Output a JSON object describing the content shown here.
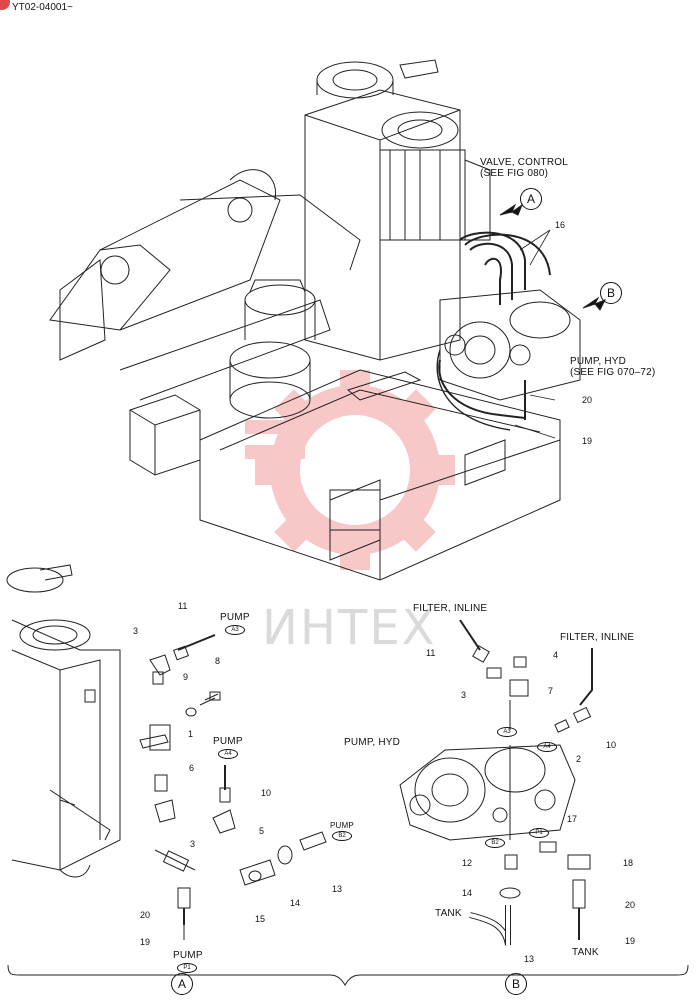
{
  "header": {
    "code": "YT02-04001~"
  },
  "watermark": {
    "text": "ИНТЕХ",
    "color": "#e83a3a"
  },
  "top": {
    "callouts": {
      "A": "A",
      "B": "B"
    },
    "labels": {
      "valve_control": "VALVE, CONTROL",
      "valve_ref": "(SEE FIG 080)",
      "pump_hyd": "PUMP, HYD",
      "pump_ref": "(SEE FIG 070–72)"
    },
    "numbers": {
      "n16": "16",
      "n20": "20",
      "n19": "19"
    }
  },
  "detail_a": {
    "labels": {
      "pump_a3": "PUMP",
      "pump_a4": "PUMP",
      "pump_b2": "PUMP",
      "pump_p1": "PUMP"
    },
    "ports": {
      "a3": "A3",
      "a4": "A4",
      "b2": "B2",
      "p1": "P1"
    },
    "numbers": {
      "n1": "1",
      "n3a": "3",
      "n3b": "3",
      "n5": "5",
      "n6": "6",
      "n8": "8",
      "n9": "9",
      "n10": "10",
      "n11": "11",
      "n13": "13",
      "n14": "14",
      "n15": "15",
      "n19": "19",
      "n20": "20"
    },
    "section": "A"
  },
  "detail_b": {
    "labels": {
      "filter_inline_1": "FILTER, INLINE",
      "filter_inline_2": "FILTER, INLINE",
      "pump_hyd": "PUMP, HYD",
      "tank_1": "TANK",
      "tank_2": "TANK"
    },
    "ports": {
      "a3": "A3",
      "a4": "A4",
      "p1": "P1",
      "b2": "B2"
    },
    "numbers": {
      "n2": "2",
      "n3": "3",
      "n4": "4",
      "n7": "7",
      "n10": "10",
      "n11": "11",
      "n12": "12",
      "n13": "13",
      "n14": "14",
      "n17": "17",
      "n18": "18",
      "n19": "19",
      "n20": "20"
    },
    "section": "B"
  }
}
